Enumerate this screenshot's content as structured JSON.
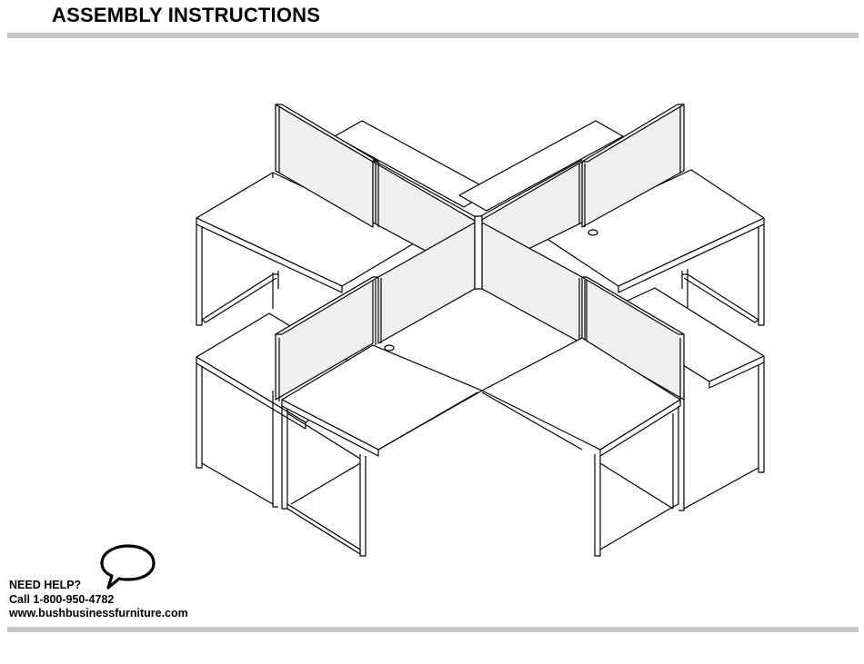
{
  "header": {
    "title": "ASSEMBLY INSTRUCTIONS"
  },
  "help": {
    "heading": "NEED HELP?",
    "phone": "Call 1-800-950-4782",
    "website": "www.bushbusinessfurniture.com",
    "icon": "speech-bubble-icon"
  },
  "colors": {
    "rule": "#c6c6c6",
    "line": "#000000",
    "panel_fill": "#efefef"
  }
}
